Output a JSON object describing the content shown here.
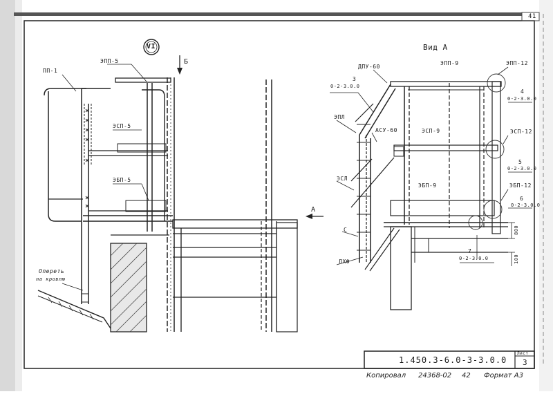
{
  "drawing": {
    "corner_page": "41",
    "view_label": "Вид А",
    "node_label": "VI",
    "section_mark_b": "Б",
    "section_mark_a": "А",
    "left_view": {
      "labels": {
        "pp": "ПП-1",
        "epp": "ЭПП-5",
        "esp": "ЭСП-5",
        "ebp": "ЭБП-5",
        "support_1": "Опереть",
        "support_2": "на кровлю"
      }
    },
    "right_view": {
      "labels": {
        "ref3_num": "3",
        "ref3_code": "0-2-3.0.0",
        "dpu": "ДПУ-60",
        "epp9": "ЭПП-9",
        "epp12": "ЭПП-12",
        "ref4_num": "4",
        "ref4_code": "0-2-3.0.0",
        "epl": "ЭПЛ",
        "asu": "АСУ-60",
        "esp9": "ЭСП-9",
        "esp12": "ЭСП-12",
        "ref5_num": "5",
        "ref5_code": "0-2-3.0.0",
        "esl": "ЭСЛ",
        "ebp9": "ЭБП-9",
        "ebp12": "ЭБП-12",
        "ref6_num": "6",
        "ref6_code": "0-2-3.0.0",
        "c": "С",
        "ref7_num": "7",
        "ref7_code": "0-2-3.0.0",
        "lhf": "ЛХФ",
        "dim_800": "800",
        "dim_100": "100"
      }
    }
  },
  "title_block": {
    "designation": "1.450.3-6.0-3-3.0.0",
    "sheet_label": "Лист",
    "sheet_number": "3"
  },
  "footer": {
    "copied": "Копировал",
    "order": "24368-02",
    "page": "42",
    "format": "Формат А3"
  }
}
